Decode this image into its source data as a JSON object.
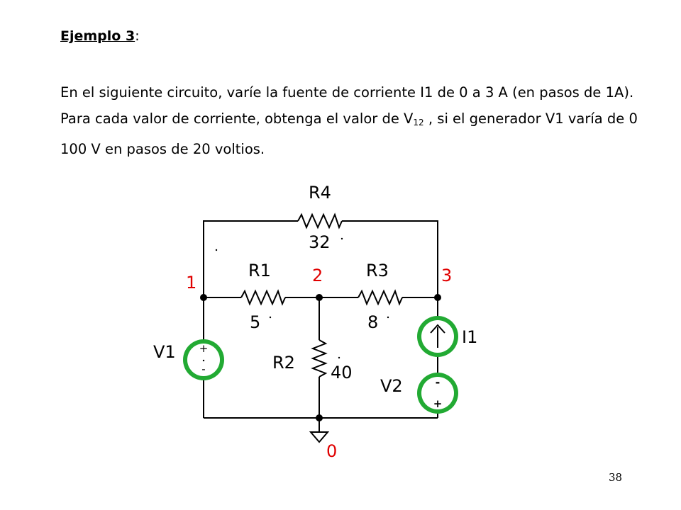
{
  "title": {
    "heading": "Ejemplo 3",
    "colon": ":"
  },
  "paragraph": {
    "part1": "En el siguiente circuito, varíe la fuente de corriente I1 de  0 a 3 A (en  pasos de 1A). Para cada valor de corriente, obtenga el valor de V",
    "sub": "12",
    "part2": " , si el generador V1 varía de 0 100 V en pasos de 20 voltios."
  },
  "circuit": {
    "nodes": [
      "1",
      "2",
      "3",
      "0"
    ],
    "components": {
      "r4": {
        "name": "R4",
        "value": "32"
      },
      "r1": {
        "name": "R1",
        "value": "5"
      },
      "r3": {
        "name": "R3",
        "value": "8"
      },
      "r2": {
        "name": "R2",
        "value": "40"
      },
      "v1": {
        "name": "V1",
        "plus": "+",
        "minus": "-"
      },
      "i1": {
        "name": "I1"
      },
      "v2": {
        "name": "V2",
        "plus": "+",
        "minus": "-"
      }
    },
    "colors": {
      "wire": "#000000",
      "node_label": "#e00000",
      "source_fill": "#22aa33",
      "source_circle": "#ffffff"
    }
  },
  "page_number": "38"
}
